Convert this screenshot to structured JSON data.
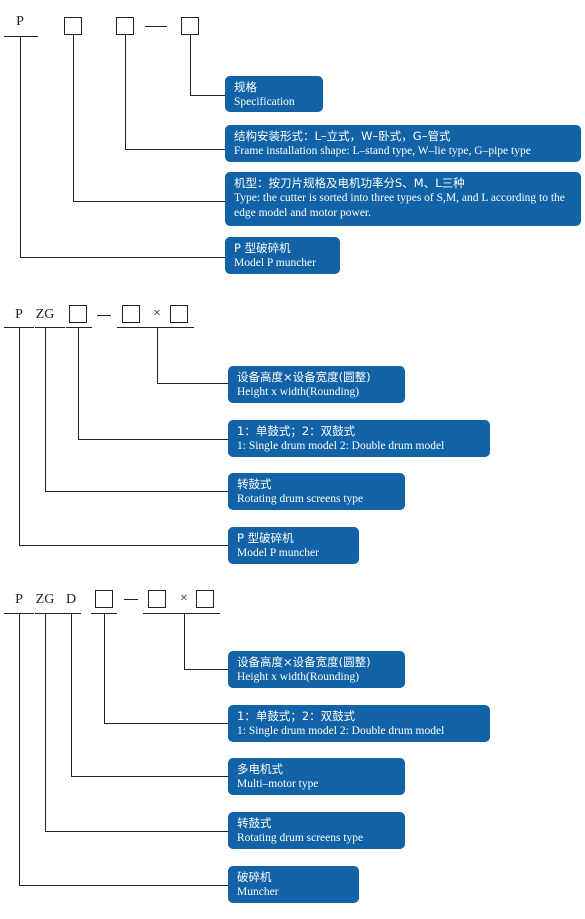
{
  "diagram1": {
    "code": {
      "p": "P"
    },
    "boxes": [
      {
        "zh": "规格",
        "en": "Specification"
      },
      {
        "zh": "结构安装形式：L–立式，W–卧式，G–管式",
        "en": "Frame installation shape: L–stand type, W–lie type, G–pipe type"
      },
      {
        "zh": "机型：按刀片规格及电机功率分S、M、L三种",
        "en": "Type: the cutter is sorted into three types of S,M, and L according to the edge model and motor power."
      },
      {
        "zh": "P 型破碎机",
        "en": "Model P muncher"
      }
    ]
  },
  "diagram2": {
    "code": {
      "p": "P",
      "zg": "ZG",
      "times": "×"
    },
    "boxes": [
      {
        "zh": "设备高度×设备宽度(圆整)",
        "en": "Height x width(Rounding)"
      },
      {
        "zh": "1：单鼓式；2：双鼓式",
        "en": "1: Single drum model    2: Double drum model"
      },
      {
        "zh": "转鼓式",
        "en": "Rotating drum screens type"
      },
      {
        "zh": "P 型破碎机",
        "en": "Model P muncher"
      }
    ]
  },
  "diagram3": {
    "code": {
      "p": "P",
      "zg": "ZG",
      "d": "D",
      "times": "×"
    },
    "boxes": [
      {
        "zh": "设备高度×设备宽度(圆整)",
        "en": "Height x width(Rounding)"
      },
      {
        "zh": "1：单鼓式；2：双鼓式",
        "en": "1: Single drum model    2: Double drum model"
      },
      {
        "zh": "多电机式",
        "en": "Multi–motor type"
      },
      {
        "zh": "转鼓式",
        "en": "Rotating drum screens type"
      },
      {
        "zh": "破碎机",
        "en": "Muncher"
      }
    ]
  },
  "colors": {
    "box": "#1162a6",
    "line": "#222222",
    "text": "#ffffff"
  }
}
